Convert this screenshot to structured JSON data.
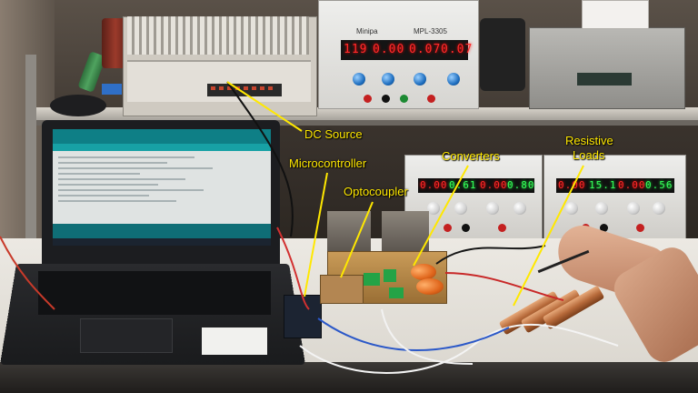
{
  "annotations": {
    "dc_source": "DC Source",
    "microcontroller": "Microcontroller",
    "optocoupler": "Optocoupler",
    "converters": "Converters",
    "resistive_loads_line1": "Resistive",
    "resistive_loads_line2": "Loads"
  },
  "psu_top": {
    "brand": "Minipa",
    "model": "MPL-3305",
    "display_1": "119",
    "display_2": "0.00",
    "display_3": "0.07",
    "display_4": "0.07"
  },
  "psu_left": {
    "display_1": "0.00",
    "display_2": "0.61",
    "display_3": "0.00",
    "display_4": "0.80"
  },
  "psu_right": {
    "display_1": "0.00",
    "display_2": "15.1",
    "display_3": "0.00",
    "display_4": "0.56"
  },
  "colors": {
    "annotation": "#ffe800",
    "bench": "#e8e4dc",
    "display_red": "#ff2a2a",
    "display_green": "#35ff5a"
  }
}
